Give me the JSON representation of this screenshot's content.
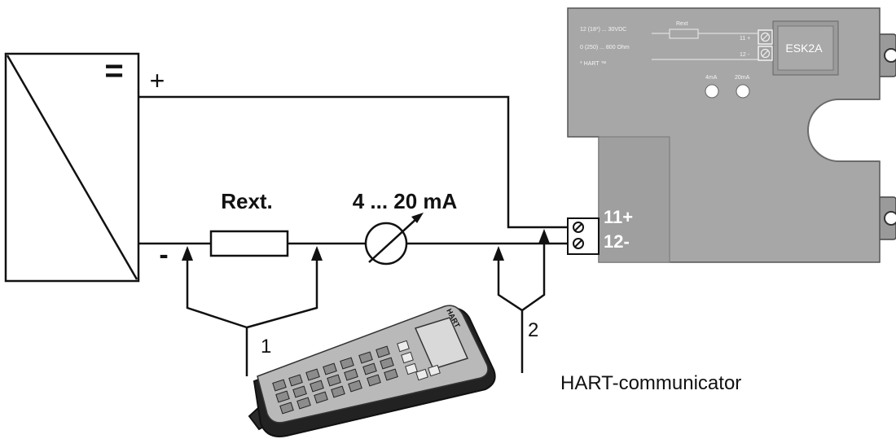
{
  "power_supply": {
    "dc_symbol": "=",
    "plus_label": "+",
    "minus_label": "-"
  },
  "resistor": {
    "label": "Rext."
  },
  "meter": {
    "label": "4 ... 20 mA"
  },
  "connection_points": {
    "point_1": "1",
    "point_2": "2"
  },
  "device": {
    "name": "ESK2A",
    "terminal_plus": "11+",
    "terminal_minus": "12-",
    "spec_voltage": "12 (18*) ... 30VDC",
    "spec_resistance": "0 (250) ... 800 Ohm",
    "spec_hart": "* HART ™",
    "label_rext": "Rext",
    "label_11": "11 +",
    "label_12": "12 -",
    "led_4ma": "4mA",
    "led_20ma": "20mA"
  },
  "communicator": {
    "caption": "HART-communicator",
    "brand": "HART"
  },
  "colors": {
    "line": "#111111",
    "device_body": "#a7a7a7",
    "device_shadow": "#8f8f8f",
    "device_text": "#ffffff"
  }
}
